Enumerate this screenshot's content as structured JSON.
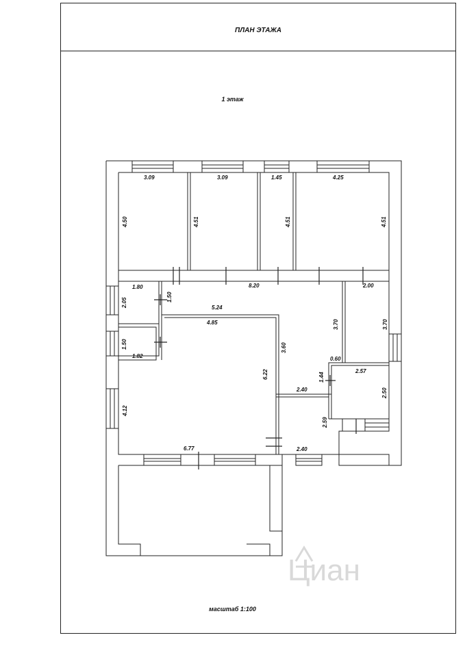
{
  "header": {
    "title": "ПЛАН ЭТАЖА"
  },
  "floor": {
    "label": "1 этаж"
  },
  "footer": {
    "scale": "масштаб 1:100"
  },
  "watermark": {
    "text": "Циан",
    "color": "#d9d9d9"
  },
  "colors": {
    "wall": "#ffffff",
    "line": "#222222",
    "text": "#111111"
  },
  "dimensions": {
    "room1_width": "3.09",
    "room2_width": "3.09",
    "room3_width": "1.45",
    "room4_width": "4.25",
    "room1_depth": "4.50",
    "room2_depth": "4.51",
    "room3_depth": "4.51",
    "room4_depth": "4.51",
    "hall_length": "8.20",
    "right_room_width": "2.00",
    "small1_width": "1.80",
    "small1_depth": "2.05",
    "door_width": "1.50",
    "corridor_len": "5.24",
    "big_room_width": "4.85",
    "small2_depth": "1.50",
    "small2_width": "1.82",
    "big_room_depth": "6.22",
    "corridor_depth": "3.60",
    "right_room_left": "3.70",
    "right_room_right": "3.70",
    "gap": "0.60",
    "bath_height": "1.44",
    "bath_width": "2.57",
    "bath_depth": "2.50",
    "left_depth": "4.12",
    "mid_width": "2.40",
    "mid_depth": "2.59",
    "bottom_width": "6.77",
    "bottom_right_width": "2.40"
  }
}
